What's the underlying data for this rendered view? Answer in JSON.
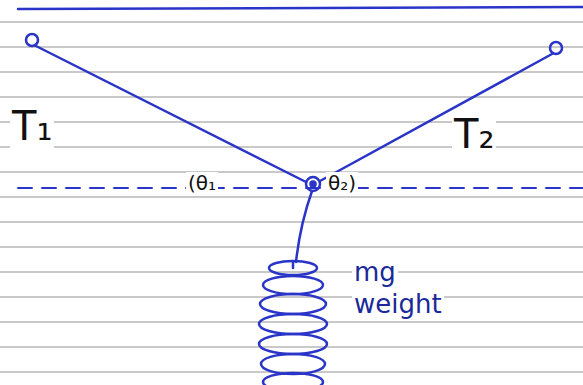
{
  "diagram": {
    "labels": [
      "T₁",
      "T₂",
      "(θ₁",
      "θ₂)",
      "mg",
      "weight"
    ]
  }
}
